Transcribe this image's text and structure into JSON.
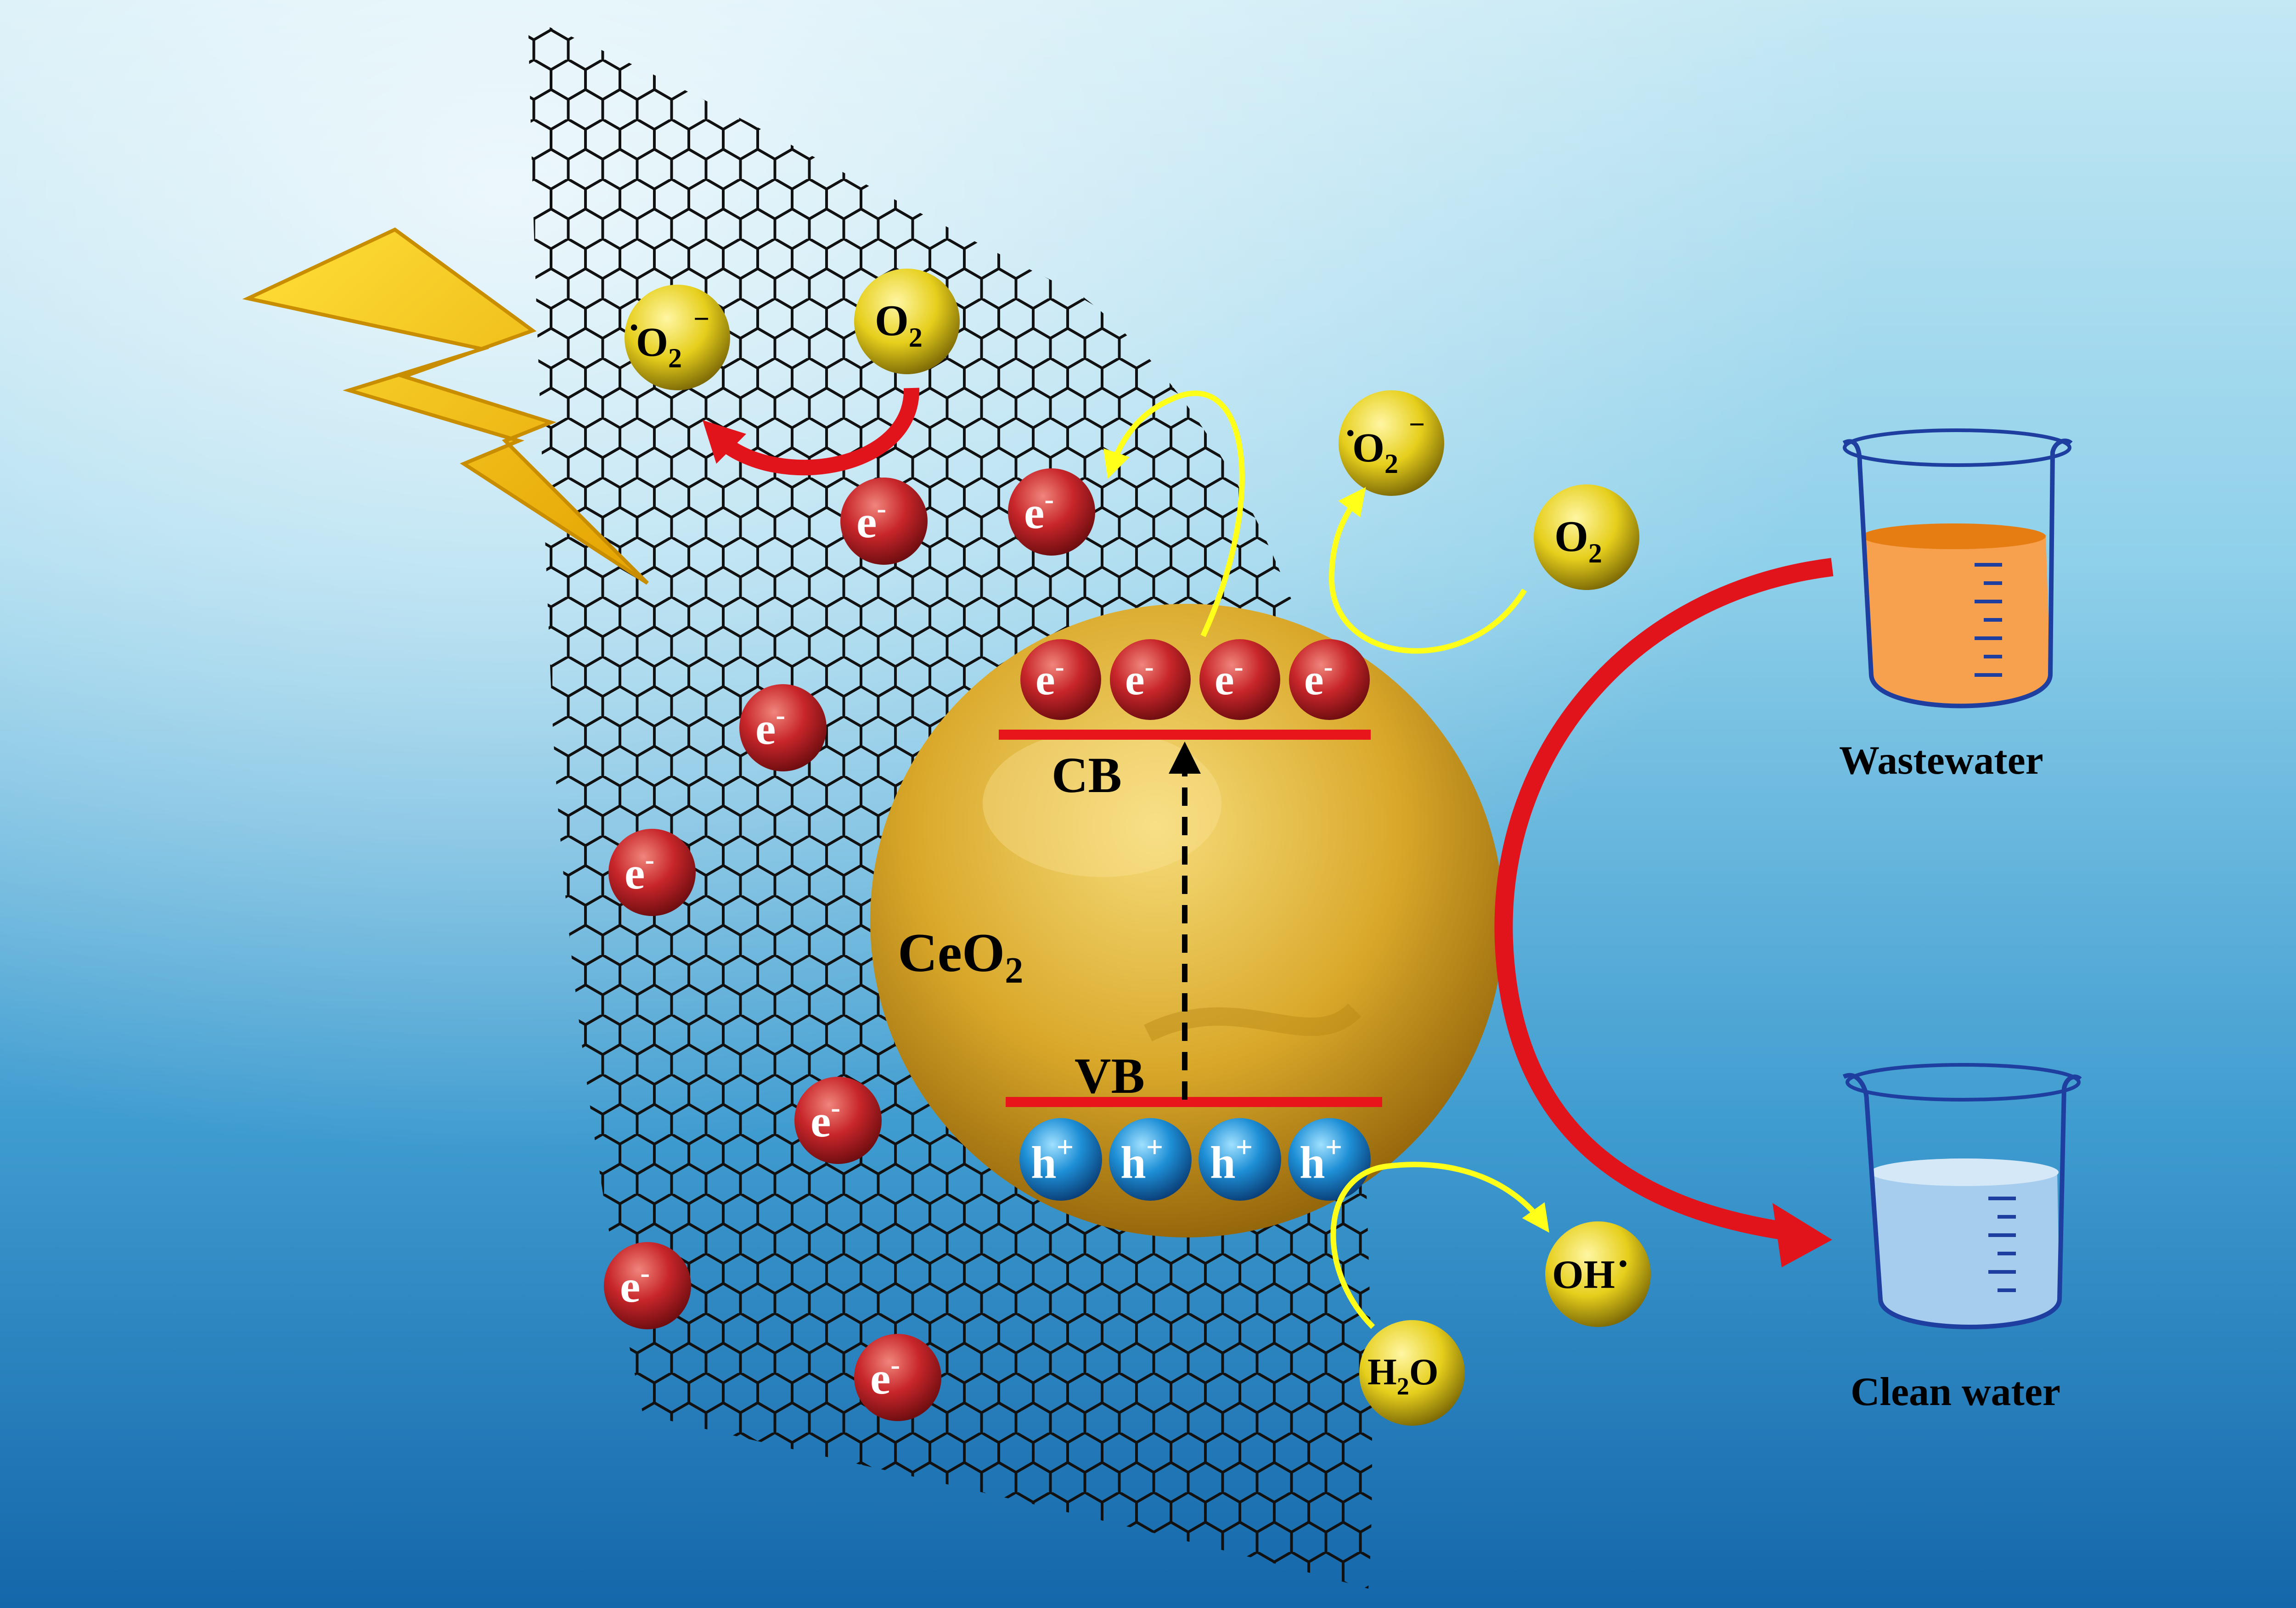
{
  "labels": {
    "ceo2_base": "CeO",
    "ceo2_sub": "2",
    "cb": "CB",
    "vb": "VB",
    "wastewater": "Wastewater",
    "clean_water": "Clean water"
  },
  "species": {
    "electron_base": "e",
    "electron_sup": "-",
    "hole_base": "h",
    "hole_sup": "+",
    "o2_base": "O",
    "o2_sub": "2",
    "superoxide_sup": "−",
    "radical_dot": "•",
    "h2o_h": "H",
    "h2o_sub": "2",
    "h2o_o": "O",
    "oh_base": "OH"
  },
  "colors": {
    "background_top": "#bfe6f3",
    "background_bottom": "#1b74b3",
    "graphene": "#111111",
    "ceo2_particle": "#e0b22a",
    "electron": "#c8262a",
    "hole": "#1e8fd6",
    "oxygen_species": "#e6cf1c",
    "band_line": "#e8151b",
    "yellow_arrow": "#ffff1a",
    "red_arrow": "#e1141c",
    "lightning": "#f6c200",
    "wastewater_liquid": "#f7a04e",
    "clean_water_liquid": "#a7cdee"
  },
  "icons": [
    "lightning-bolt-icon",
    "graphene-sheet",
    "wastewater-beaker-icon",
    "clean-water-beaker-icon"
  ]
}
